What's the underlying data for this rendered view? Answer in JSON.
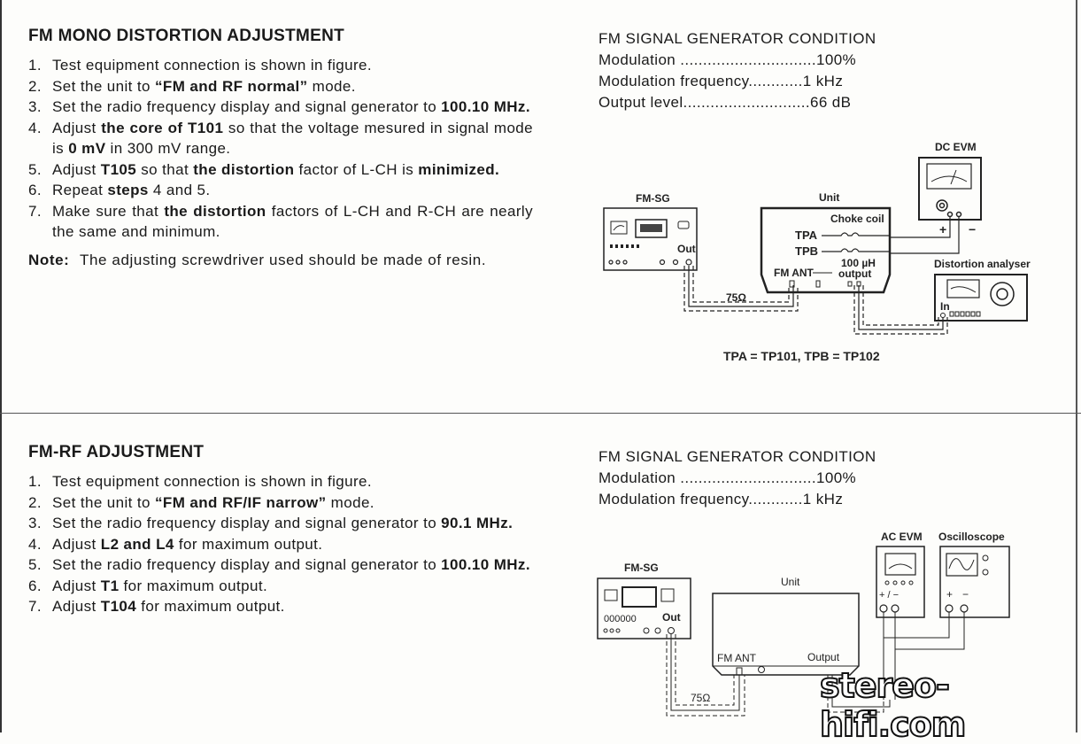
{
  "sections": [
    {
      "title": "FM MONO DISTORTION ADJUSTMENT",
      "steps": [
        {
          "num": "1.",
          "segs": [
            {
              "t": "Test equipment connection is shown in figure."
            }
          ]
        },
        {
          "num": "2.",
          "segs": [
            {
              "t": "Set the unit to "
            },
            {
              "t": "“FM and RF normal”",
              "b": true
            },
            {
              "t": " mode."
            }
          ]
        },
        {
          "num": "3.",
          "segs": [
            {
              "t": "Set the radio frequency display and signal generator to "
            },
            {
              "t": "100.10 MHz.",
              "b": true
            }
          ]
        },
        {
          "num": "4.",
          "segs": [
            {
              "t": "Adjust "
            },
            {
              "t": "the core of T101",
              "b": true
            },
            {
              "t": " so that the voltage mesured in signal mode is "
            },
            {
              "t": "0 mV",
              "b": true
            },
            {
              "t": " in 300 mV range."
            }
          ]
        },
        {
          "num": "5.",
          "segs": [
            {
              "t": "Adjust "
            },
            {
              "t": "T105",
              "b": true
            },
            {
              "t": " so that "
            },
            {
              "t": "the distortion",
              "b": true
            },
            {
              "t": " factor of L-CH is "
            },
            {
              "t": "minimized.",
              "b": true
            }
          ]
        },
        {
          "num": "6.",
          "segs": [
            {
              "t": "Repeat "
            },
            {
              "t": "steps",
              "b": true
            },
            {
              "t": " 4 and 5."
            }
          ]
        },
        {
          "num": "7.",
          "segs": [
            {
              "t": "Make sure that "
            },
            {
              "t": "the distortion",
              "b": true
            },
            {
              "t": " factors of L-CH and R-CH are nearly the same and minimum."
            }
          ]
        }
      ],
      "note": {
        "label": "Note:",
        "text": "The adjusting screwdriver used should be made of resin."
      },
      "condition": {
        "heading": "FM SIGNAL GENERATOR CONDITION",
        "rows": [
          {
            "label": "Modulation ..............................",
            "value": "100%"
          },
          {
            "label": "Modulation frequency............",
            "value": "1 kHz"
          },
          {
            "label": "Output level............................",
            "value": "66 dB"
          }
        ]
      },
      "diagram": {
        "fm_sg": "FM-SG",
        "out": "Out",
        "unit": "Unit",
        "choke_coil": "Choke coil",
        "tpa": "TPA",
        "tpb": "TPB",
        "inductance": "100 µH",
        "fm_ant": "FM ANT",
        "output": "output",
        "impedance": "75Ω",
        "dc_evm": "DC EVM",
        "plus": "+",
        "minus": "−",
        "distortion_analyser": "Distortion analyser",
        "in": "In",
        "caption": "TPA = TP101, TPB = TP102"
      }
    },
    {
      "title": "FM-RF ADJUSTMENT",
      "steps": [
        {
          "num": "1.",
          "segs": [
            {
              "t": "Test equipment connection is shown in figure."
            }
          ]
        },
        {
          "num": "2.",
          "segs": [
            {
              "t": "Set the unit to "
            },
            {
              "t": "“FM and RF/IF narrow”",
              "b": true
            },
            {
              "t": " mode."
            }
          ]
        },
        {
          "num": "3.",
          "segs": [
            {
              "t": "Set the radio frequency display and signal generator to "
            },
            {
              "t": "90.1 MHz.",
              "b": true
            }
          ]
        },
        {
          "num": "4.",
          "segs": [
            {
              "t": "Adjust "
            },
            {
              "t": "L2 and L4",
              "b": true
            },
            {
              "t": " for maximum output."
            }
          ]
        },
        {
          "num": "5.",
          "segs": [
            {
              "t": "Set the radio frequency display and signal generator to "
            },
            {
              "t": "100.10 MHz.",
              "b": true
            }
          ]
        },
        {
          "num": "6.",
          "segs": [
            {
              "t": "Adjust "
            },
            {
              "t": "T1",
              "b": true
            },
            {
              "t": " for maximum output."
            }
          ]
        },
        {
          "num": "7.",
          "segs": [
            {
              "t": "Adjust "
            },
            {
              "t": "T104",
              "b": true
            },
            {
              "t": " for maximum output."
            }
          ]
        }
      ],
      "condition": {
        "heading": "FM SIGNAL GENERATOR CONDITION",
        "rows": [
          {
            "label": "Modulation ..............................",
            "value": "100%"
          },
          {
            "label": "Modulation frequency............",
            "value": "1 kHz"
          }
        ]
      },
      "diagram": {
        "fm_sg": "FM-SG",
        "out": "Out",
        "unit": "Unit",
        "fm_ant": "FM ANT",
        "output": "Output",
        "impedance": "75Ω",
        "ac_evm": "AC EVM",
        "ac_evm_terminals": "+ / −",
        "oscilloscope": "Oscilloscope",
        "osc_plus": "+",
        "osc_minus": "−"
      }
    }
  ],
  "watermark": "stereo-hifi.com"
}
